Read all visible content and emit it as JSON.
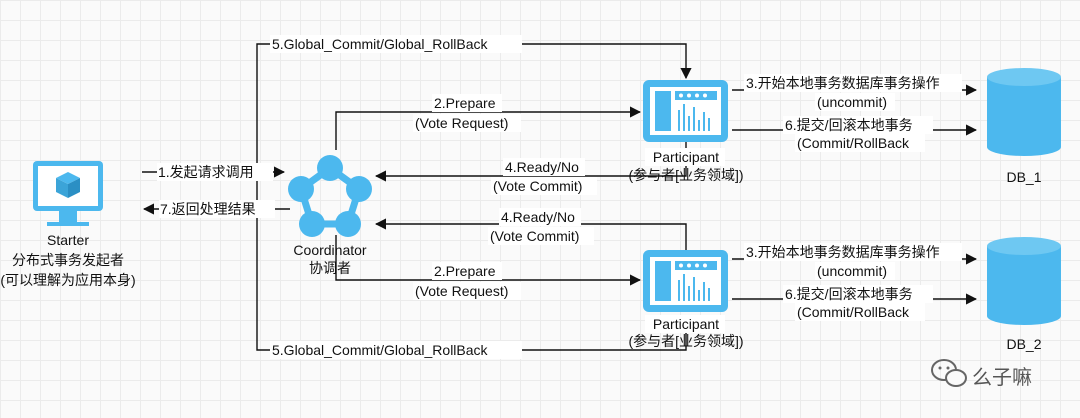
{
  "colors": {
    "accent": "#4cb8ee",
    "line": "#111111",
    "background": "#fafafa"
  },
  "starter": {
    "label": "Starter",
    "sub1": "分布式事务发起者",
    "sub2": "(可以理解为应用本身)",
    "icon": "monitor-cube-icon"
  },
  "coordinator": {
    "label": "Coordinator",
    "sub": "协调者",
    "icon": "pentagon-network-icon"
  },
  "participant_top": {
    "label": "Participant",
    "sub": "(参与者[业务领域])",
    "icon": "dashboard-panel-icon"
  },
  "participant_bottom": {
    "label": "Participant",
    "sub": "(参与者[业务领域])",
    "icon": "dashboard-panel-icon"
  },
  "db1": {
    "label": "DB_1",
    "icon": "database-icon"
  },
  "db2": {
    "label": "DB_2",
    "icon": "database-icon"
  },
  "edges": {
    "request": "1.发起请求调用",
    "result": "7.返回处理结果",
    "global_top": "5.Global_Commit/Global_RollBack",
    "global_bottom": "5.Global_Commit/Global_RollBack",
    "prepare_top_1": "2.Prepare",
    "prepare_top_2": "(Vote Request)",
    "prepare_bottom_1": "2.Prepare",
    "prepare_bottom_2": "(Vote Request)",
    "ready_top_1": "4.Ready/No",
    "ready_top_2": "(Vote Commit)",
    "ready_bottom_1": "4.Ready/No",
    "ready_bottom_2": "(Vote Commit)",
    "begin_top_1": "3.开始本地事务数据库事务操作",
    "begin_top_2": "(uncommit)",
    "begin_bottom_1": "3.开始本地事务数据库事务操作",
    "begin_bottom_2": "(uncommit)",
    "commit_top_1": "6.提交/回滚本地事务",
    "commit_top_2": "(Commit/RollBack",
    "commit_bottom_1": "6.提交/回滚本地事务",
    "commit_bottom_2": "(Commit/RollBack"
  },
  "watermark": {
    "text": "么子嘛",
    "icon": "wechat-icon"
  }
}
